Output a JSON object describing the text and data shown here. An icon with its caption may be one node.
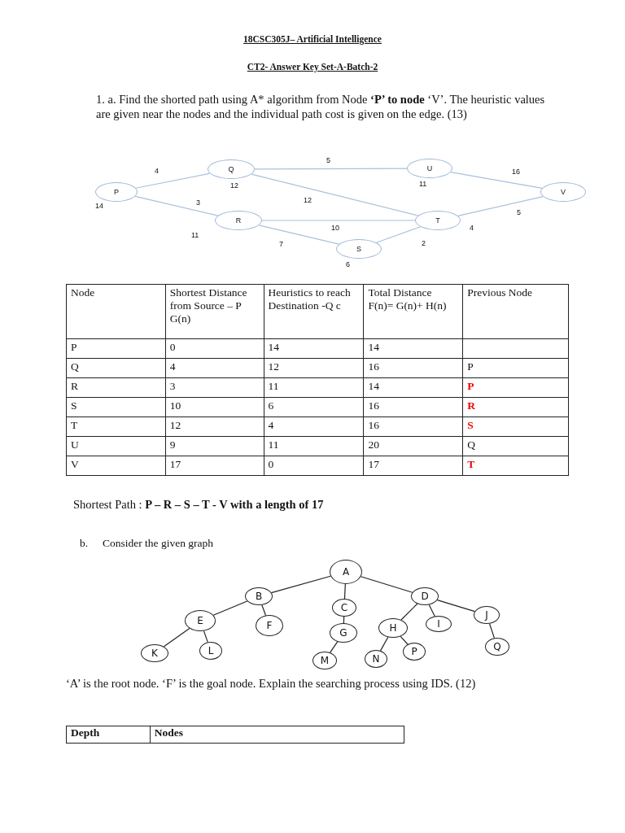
{
  "diagram": {
    "title": "18CSC305J– Artificial Intelligence",
    "nodes": [
      {
        "text": [
          "P"
        ],
        "beside": [
          "14"
        ]
      },
      {
        "text": [
          "Q"
        ],
        "beside": [
          "12"
        ]
      },
      {
        "text": [
          "U"
        ],
        "beside": [
          "11"
        ]
      },
      {
        "text": [
          "V"
        ]
      },
      {
        "text": [
          "R"
        ],
        "beside": [
          "11"
        ]
      },
      {
        "text": [
          "T"
        ],
        "beside": [
          "4"
        ]
      },
      {
        "text": [
          "S"
        ],
        "beside": [
          "6"
        ]
      },
      {
        "text": [
          "A"
        ]
      },
      {
        "text": [
          "B"
        ]
      },
      {
        "text": [
          "C"
        ]
      },
      {
        "text": [
          "D"
        ]
      },
      {
        "text": [
          "E"
        ]
      },
      {
        "text": [
          "F"
        ]
      },
      {
        "text": [
          "G"
        ]
      },
      {
        "text": [
          "H"
        ]
      },
      {
        "text": [
          "I"
        ]
      },
      {
        "text": [
          "J"
        ]
      },
      {
        "text": [
          "K"
        ]
      },
      {
        "text": [
          "L"
        ]
      },
      {
        "text": [
          "M"
        ]
      },
      {
        "text": [
          "N"
        ]
      },
      {
        "text": [
          "P"
        ]
      },
      {
        "text": [
          "Q"
        ]
      }
    ],
    "edges": [
      {
        "from": 0,
        "to": 1,
        "arrow": "none",
        "label": "4",
        "color": "#a9c1dc"
      },
      {
        "from": 0,
        "to": 4,
        "arrow": "none",
        "label": "3",
        "color": "#a9c1dc"
      },
      {
        "from": 1,
        "to": 2,
        "arrow": "none",
        "label": "5",
        "color": "#a9c1dc"
      },
      {
        "from": 1,
        "to": 5,
        "arrow": "none",
        "label": "12",
        "color": "#a9c1dc"
      },
      {
        "from": 2,
        "to": 3,
        "arrow": "none",
        "label": "16",
        "color": "#a9c1dc"
      },
      {
        "from": 4,
        "to": 5,
        "arrow": "none",
        "label": "10",
        "color": "#a9c1dc"
      },
      {
        "from": 4,
        "to": 6,
        "arrow": "none",
        "label": "7",
        "color": "#a9c1dc"
      },
      {
        "from": 6,
        "to": 5,
        "arrow": "none",
        "label": "2",
        "color": "#a9c1dc"
      },
      {
        "from": 5,
        "to": 3,
        "arrow": "none",
        "label": "5",
        "color": "#a9c1dc"
      },
      {
        "from": 7,
        "to": 8,
        "arrow": "none"
      },
      {
        "from": 7,
        "to": 9,
        "arrow": "none"
      },
      {
        "from": 7,
        "to": 10,
        "arrow": "none"
      },
      {
        "from": 8,
        "to": 11,
        "arrow": "none"
      },
      {
        "from": 8,
        "to": 12,
        "arrow": "none"
      },
      {
        "from": 9,
        "to": 13,
        "arrow": "none"
      },
      {
        "from": 10,
        "to": 14,
        "arrow": "none"
      },
      {
        "from": 10,
        "to": 15,
        "arrow": "none"
      },
      {
        "from": 10,
        "to": 16,
        "arrow": "none"
      },
      {
        "from": 11,
        "to": 17,
        "arrow": "none"
      },
      {
        "from": 11,
        "to": 18,
        "arrow": "none"
      },
      {
        "from": 13,
        "to": 19,
        "arrow": "none"
      },
      {
        "from": 14,
        "to": 20,
        "arrow": "none"
      },
      {
        "from": 14,
        "to": 21,
        "arrow": "none"
      },
      {
        "from": 16,
        "to": 22,
        "arrow": "none"
      }
    ],
    "labels": [
      "CT2- Answer Key Set-A-Batch-2",
      "1. a. Find the shorted path using A* algorithm from Node **‘P’ to node** ‘V’. The heuristic values are given near the nodes and the individual path cost is given on the edge.  (13)",
      "Node",
      "Shortest Distance from Source – P G(n)",
      "Heuristics to reach Destination -Q c",
      "Total Distance F(n)= G(n)+ H(n)",
      "Previous Node",
      "P",
      "0",
      "14",
      "14",
      "Q",
      "4",
      "12",
      "16",
      "P",
      "R",
      "3",
      "11",
      "14",
      "P",
      "S",
      "10",
      "6",
      "16",
      "R",
      "T",
      "12",
      "4",
      "16",
      "S",
      "U",
      "9",
      "11",
      "20",
      "Q",
      "V",
      "17",
      "0",
      "17",
      "T",
      "Shortest Path : **P – R – S – T - V with a length of 17**",
      "b.",
      "Consider the given graph",
      "‘A’ is the root node. ‘F’ is the goal node. Explain the searching process using IDS. (12)",
      "Depth",
      "Nodes"
    ]
  }
}
